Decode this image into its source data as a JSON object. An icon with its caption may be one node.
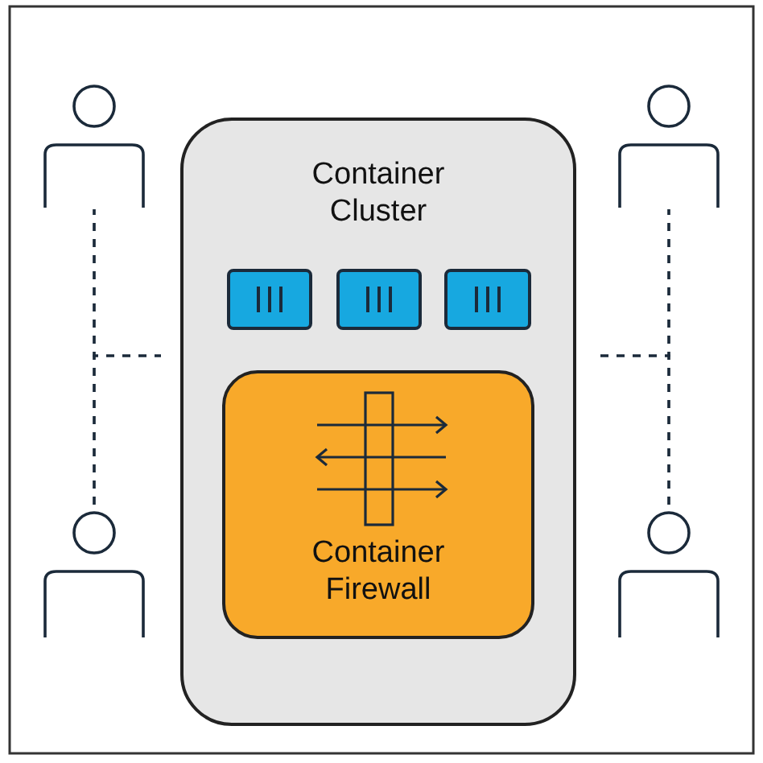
{
  "diagram": {
    "nodes": [
      {
        "text": [
          "Container Cluster"
        ]
      },
      {
        "text": [],
        "shape": "box",
        "in": 0
      },
      {
        "text": [],
        "shape": "box",
        "in": 0
      },
      {
        "text": [],
        "shape": "box",
        "in": 0
      },
      {
        "text": [
          "Container Firewall"
        ],
        "in": 0
      },
      {
        "text": [],
        "shape": "person"
      },
      {
        "text": [],
        "shape": "person"
      },
      {
        "text": [],
        "shape": "person"
      },
      {
        "text": [],
        "shape": "person"
      }
    ],
    "edges": [
      {
        "from": 5,
        "to": 6,
        "arrow": "none",
        "style": "dashed"
      },
      {
        "from": 5,
        "to": 0,
        "arrow": "none",
        "style": "dashed"
      },
      {
        "from": 6,
        "to": 0,
        "arrow": "none",
        "style": "dashed"
      },
      {
        "from": 7,
        "to": 8,
        "arrow": "none",
        "style": "dashed"
      },
      {
        "from": 7,
        "to": 0,
        "arrow": "none",
        "style": "dashed"
      },
      {
        "from": 8,
        "to": 0,
        "arrow": "none",
        "style": "dashed"
      }
    ]
  }
}
